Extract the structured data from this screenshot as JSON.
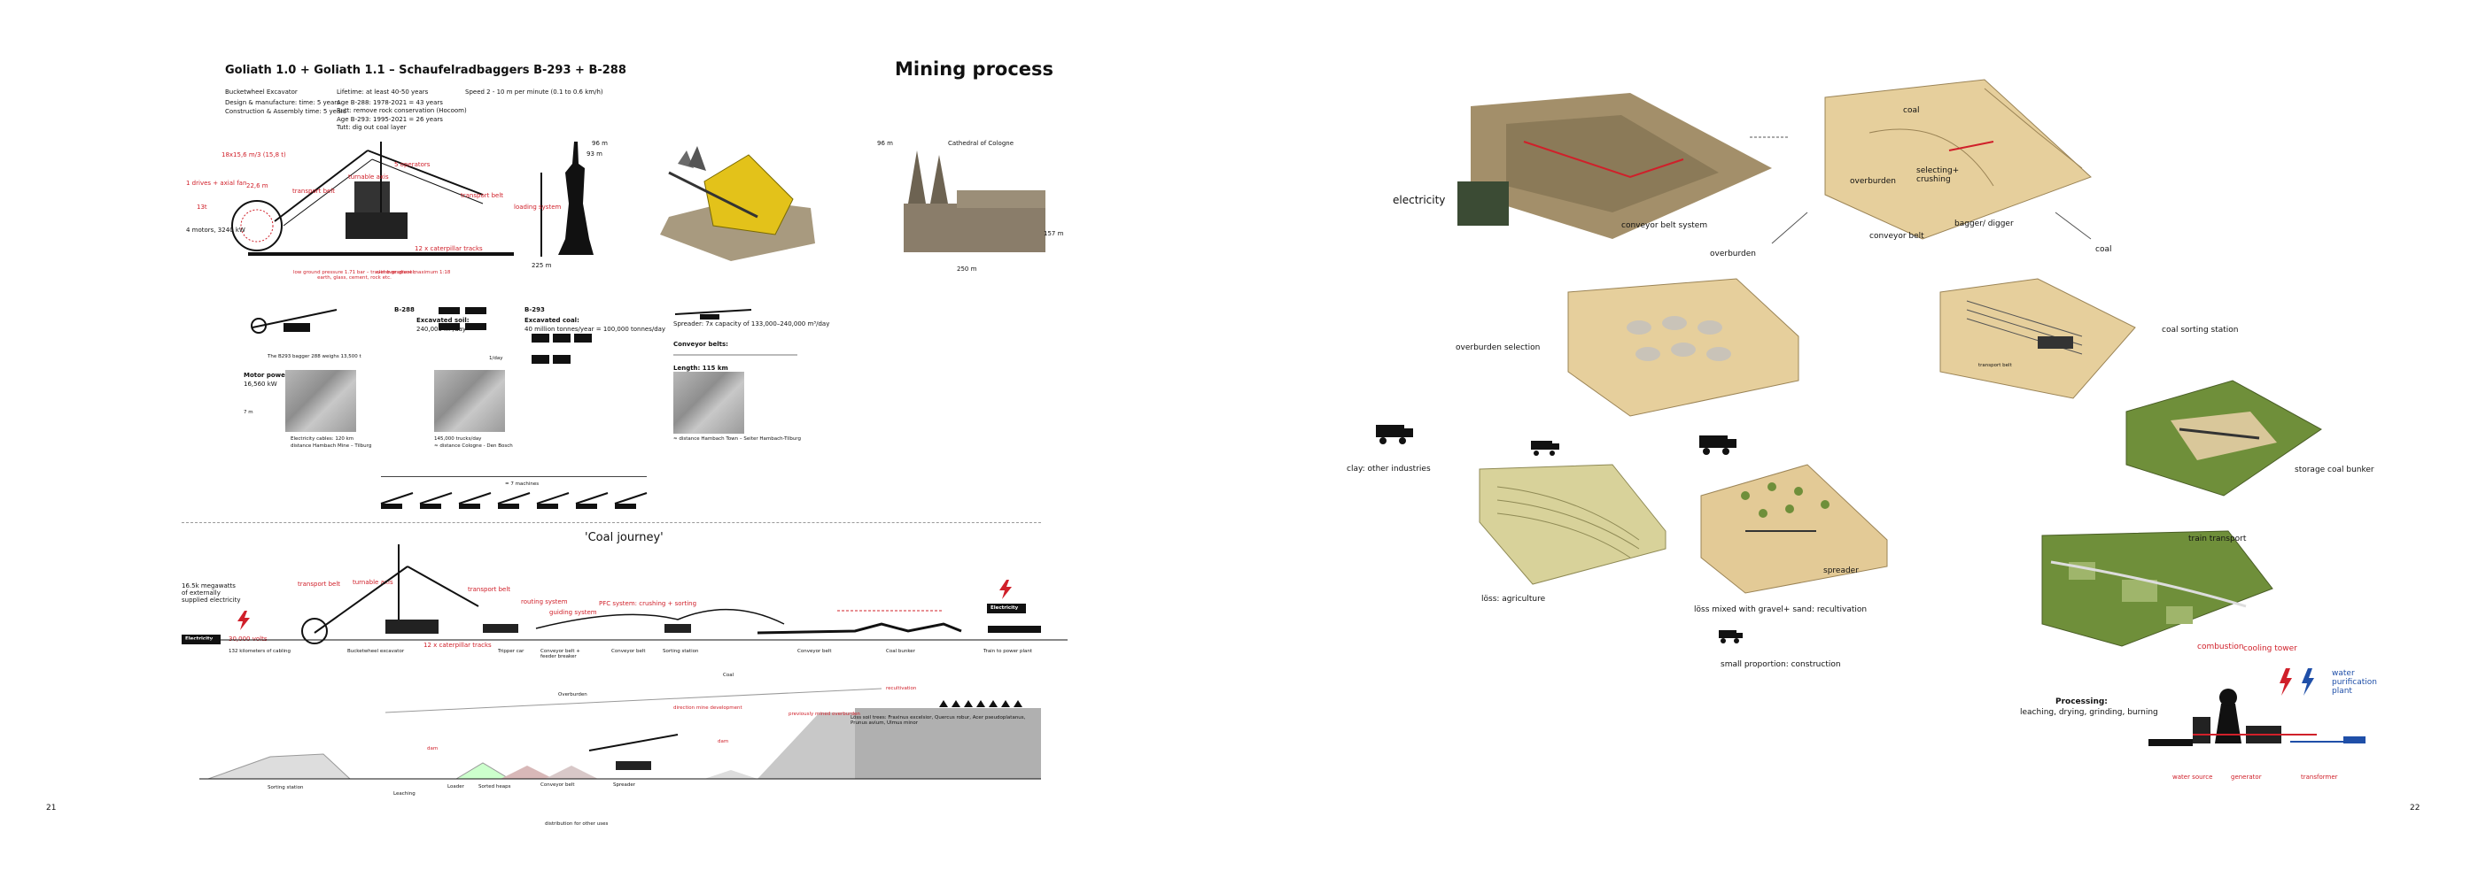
{
  "left": {
    "title": "Goliath 1.0 + Goliath 1.1   – Schaufelradbaggers B-293 + B-288",
    "heading": "Mining process",
    "specs": {
      "col1": [
        "Bucketwheel Excavator",
        "Design & manufacture: time: 5 years",
        "Construction & Assembly time: 5 years"
      ],
      "col2": [
        "Lifetime: at least 40-50 years",
        "Age B-288: 1978-2021 = 43 years",
        "Rutt: remove rock conservation (Hocoom)",
        "Age B-293: 1995-2021 = 26 years",
        "Tutt: dig out coal layer"
      ],
      "speed": "Speed   2 - 10 m per minute (0.1 to 0.6 km/h)"
    },
    "excavator_labels": {
      "bucket_size": "18x15,6 m/3 (15,8 t)",
      "motors": "1 drives + axial fan",
      "height": "22,6 m",
      "operators": "5 operators",
      "transport_belt_1": "transport belt",
      "turnable_axis": "turnable axis",
      "transport_belt_2": "transport belt",
      "loading_system": "loading system",
      "tons": "13t",
      "crawlers": "12 x caterpillar tracks",
      "motors_list": "4 motors, 3240 kW",
      "length": "225 m",
      "height_96": "96 m",
      "height_93": "93 m",
      "ground_pressure": "low ground pressure 1.71 bar – travel over gravel, earth, glass, cement, rock etc.",
      "climb_gradient": "climb gradient maximum 1:18"
    },
    "cathedral": {
      "label": "Cathedral of Cologne",
      "height": "157 m",
      "width": "250 m",
      "left_height": "96 m"
    },
    "middle": {
      "b288": "B-288",
      "b288_excavated_soil": "Excavated soil:",
      "b288_soil_value": "240,000 m³/day",
      "b293": "B-293",
      "b293_excavated_coal": "Excavated coal:",
      "b293_coal_value": "40 million tonnes/year = 100,000 tonnes/day",
      "spreader": "Spreader: 7x capacity of 133,000–240,000 m³/day",
      "conveyor_belts": "Conveyor belts:",
      "length": "Length: 115 km",
      "motor_power": "Motor power:",
      "motor_power_value": "16,560 kW",
      "weight_note": "The B293 bagger 288 weighs 13,500 t",
      "cable_note": "Electricity cables: 120 km",
      "cable_note2": "distance Hambach Mine – Tilburg",
      "trucks_note": "145,000 trucks/day",
      "trucks_note2": "≈ distance Cologne - Den Bosch",
      "distance_note": "≈ distance Hambach Town – Seiter Hambach-Tilburg",
      "m2_day": "1/day",
      "machines": "= 7 machines",
      "t_value": "7 m"
    },
    "journey": {
      "title": "'Coal journey'",
      "megawatts": "16.5k megawatts of externally supplied electricity",
      "transport_belt_a": "transport belt",
      "turnable_axis": "turnable axis",
      "transport_belt_b": "transport belt",
      "routing_system": "routing system",
      "guiding_system": "guiding system",
      "pfc_system": "PFC system: crushing + sorting",
      "electricity_left": "Electricity",
      "electricity_right": "Electricity",
      "volts": "30,000 volts",
      "caterpillar": "12 x caterpillar tracks",
      "row_labels": [
        "132 kilometers of cabling",
        "Bucketwheel excavator",
        "Tripper car",
        "Conveyor belt + feeder breaker",
        "Conveyor belt",
        "Sorting station",
        "Conveyor belt",
        "Coal bunker",
        "Train to power plant"
      ],
      "coal": "Coal",
      "overburden": "Overburden",
      "direction": "direction mine development",
      "previous": "previously mined overburden",
      "recultivation": "recultivation",
      "soil_text": "Löss soil trees: Fraxinus excelsior, Quercus robur, Acer pseudoplatanus, Prunus avium, Ulmus minor",
      "dam1": "dam",
      "dam2": "dam",
      "bottom_labels": [
        "Sorting station",
        "Leaching",
        "Loader",
        "Sorted heaps",
        "Conveyor belt",
        "Spreader"
      ],
      "distribution": "distribution for other uses"
    },
    "page_number": "21"
  },
  "right": {
    "labels": {
      "electricity": "electricity",
      "conveyor_belt_system": "conveyor belt system",
      "coal_top": "coal",
      "overburden_top": "overburden",
      "selecting": "selecting+ crushing",
      "conveyor_belt": "conveyor belt",
      "bagger": "bagger/ digger",
      "overburden_arrow": "overburden",
      "coal_arrow": "coal",
      "overburden_selection": "overburden selection",
      "coal_sorting": "coal sorting station",
      "clay": "clay: other industries",
      "loss_agriculture": "löss: agriculture",
      "spreader": "spreader",
      "loss_mixed": "löss mixed with gravel+ sand: recultivation",
      "small_proportion": "small proportion: construction",
      "storage": "storage coal bunker",
      "train": "train transport",
      "processing": "Processing:",
      "processing_sub": "leaching, drying, grinding, burning",
      "combustion": "combustion",
      "cooling_tower": "cooling tower",
      "water_plant": "water purification plant",
      "water_source": "water source",
      "generator": "generator",
      "transformer": "transformer",
      "transport_belt_small": "transport belt"
    },
    "page_number": "22"
  },
  "colors": {
    "red": "#d0202a",
    "blue": "#1f4fa8",
    "sand": "#e6cf9c",
    "green": "#6f8f3a"
  }
}
